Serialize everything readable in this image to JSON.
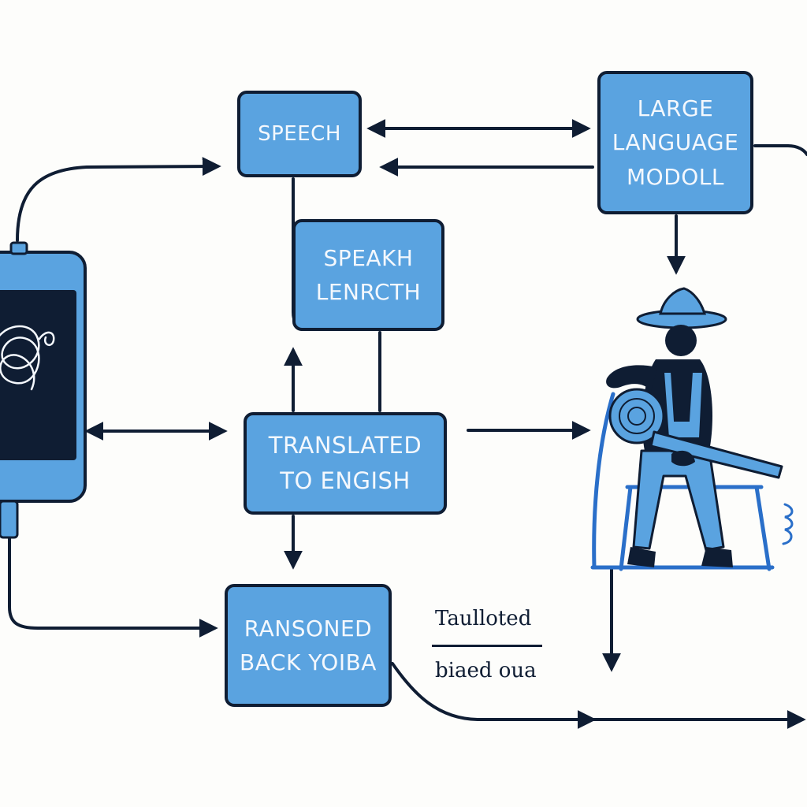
{
  "nodes": {
    "speech": {
      "lines": [
        "SPEECH"
      ]
    },
    "llm": {
      "lines": [
        "LARGE",
        "LANGUAGE",
        "MODOLL"
      ]
    },
    "speakh": {
      "lines": [
        "SPEAKH",
        "LENRCTH"
      ]
    },
    "translated": {
      "lines": [
        "TRANSLATED",
        "TO ENGISH"
      ]
    },
    "ransoned": {
      "lines": [
        "RANSONED",
        "BACK YOIBA"
      ]
    }
  },
  "notes": {
    "top": "Taulloted",
    "bottom": "biaed oua"
  },
  "colors": {
    "node_fill": "#5aa3e0",
    "outline": "#0f1d33",
    "node_text": "#f4f8fd",
    "screen": "#0f1d33",
    "background": "#fdfdfb"
  },
  "icons": {
    "phone": "smartphone-icon",
    "worker": "farmer-with-tool-icon"
  }
}
